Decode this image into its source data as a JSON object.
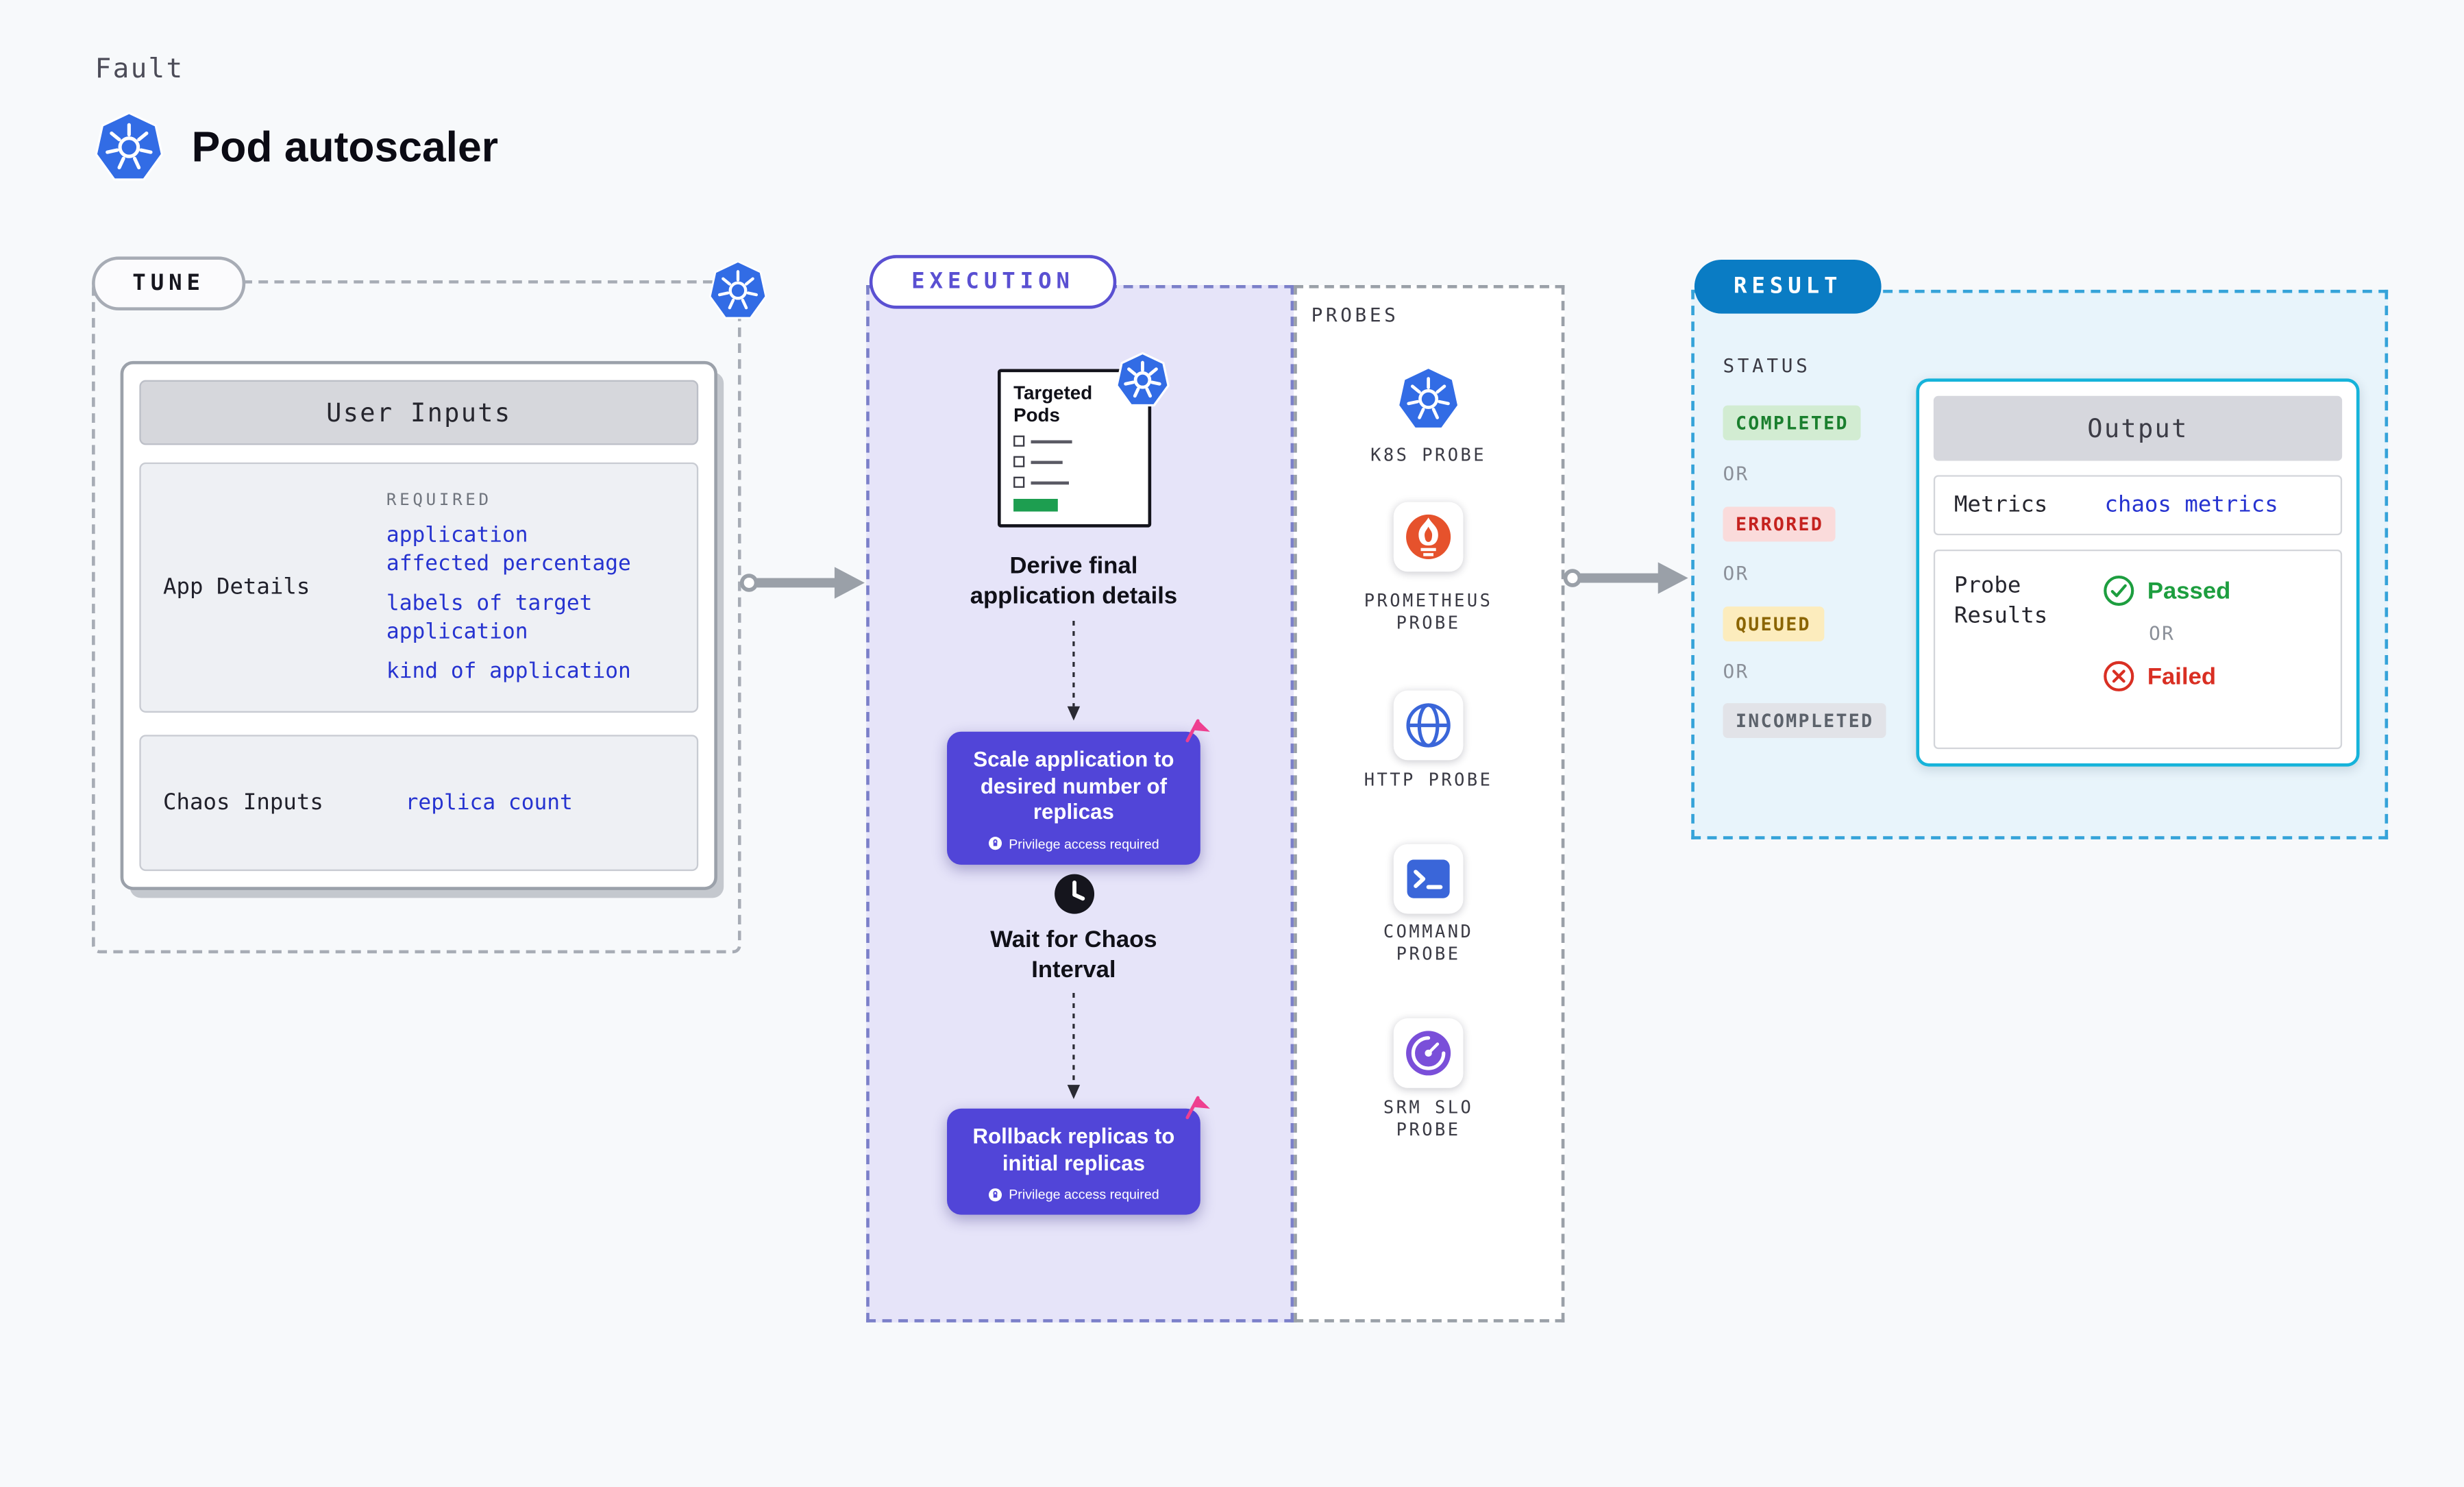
{
  "page": {
    "eyebrow": "Fault",
    "title": "Pod autoscaler"
  },
  "tune": {
    "pill": "TUNE",
    "user_inputs_title": "User Inputs",
    "app_details": {
      "label": "App Details",
      "required": "REQUIRED",
      "fields": [
        "application affected percentage",
        "labels of target application",
        "kind of application"
      ]
    },
    "chaos_inputs": {
      "label": "Chaos Inputs",
      "value": "replica count"
    }
  },
  "execution": {
    "pill": "EXECUTION",
    "targeted_pods": "Targeted Pods",
    "derive": "Derive final application details",
    "scale_card": {
      "title": "Scale application to desired number of replicas",
      "badge": "Privilege access required"
    },
    "wait": "Wait for Chaos Interval",
    "rollback_card": {
      "title": "Rollback replicas to initial replicas",
      "badge": "Privilege access required"
    }
  },
  "probes": {
    "title": "PROBES",
    "items": [
      {
        "label": "K8S PROBE",
        "icon": "kubernetes-icon"
      },
      {
        "label": "PROMETHEUS PROBE",
        "icon": "prometheus-icon"
      },
      {
        "label": "HTTP PROBE",
        "icon": "globe-icon"
      },
      {
        "label": "COMMAND PROBE",
        "icon": "terminal-icon"
      },
      {
        "label": "SRM SLO PROBE",
        "icon": "gauge-icon"
      }
    ]
  },
  "result": {
    "pill": "RESULT",
    "status_title": "STATUS",
    "statuses": [
      "COMPLETED",
      "ERRORED",
      "QUEUED",
      "INCOMPLETED"
    ],
    "or": "OR",
    "output": {
      "title": "Output",
      "metrics_label": "Metrics",
      "metrics_value": "chaos metrics",
      "probe_results_label": "Probe Results",
      "passed": "Passed",
      "failed": "Failed"
    }
  },
  "colors": {
    "link_blue": "#2633d0",
    "purple": "#5145d8",
    "result_blue": "#0a7cc4",
    "output_border": "#15b3da",
    "green": "#1d9e3f",
    "red": "#d92f23",
    "amber": "#8a6400",
    "kubernetes_blue": "#326ce5"
  }
}
